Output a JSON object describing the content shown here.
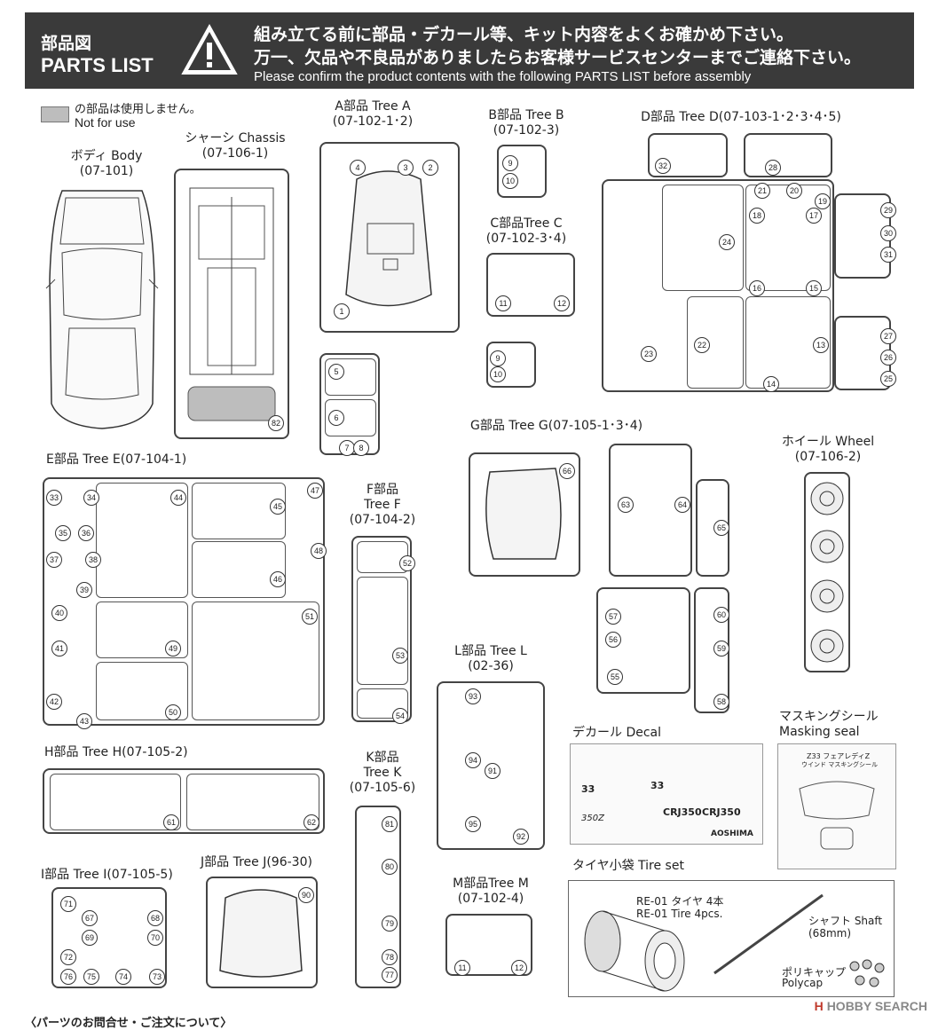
{
  "header": {
    "title_jp": "部品図",
    "title_en": "PARTS LIST",
    "warning_icon": "warning-triangle-icon",
    "line1": "組み立てる前に部品・デカール等、キット内容をよくお確かめ下さい。",
    "line2": "万一、欠品や不良品がありましたらお客様サービスセンターまでご連絡下さい。",
    "line3": "Please confirm the product contents with the following PARTS LIST before assembly"
  },
  "legend": {
    "jp": "の部品は使用しません。",
    "en": "Not for use"
  },
  "parts": {
    "body": {
      "name": "ボディ Body",
      "code": "(07-101)"
    },
    "chassis": {
      "name": "シャーシ Chassis",
      "code": "(07-106-1)",
      "nums": [
        "82"
      ]
    },
    "treeA": {
      "name": "A部品 Tree A",
      "code": "(07-102-1･2)",
      "nums": [
        "1",
        "2",
        "3",
        "4",
        "5",
        "6",
        "7",
        "8"
      ]
    },
    "treeB": {
      "name": "B部品 Tree B",
      "code": "(07-102-3)",
      "nums": [
        "9",
        "10"
      ]
    },
    "treeC": {
      "name": "C部品Tree C",
      "code": "(07-102-3･4)",
      "nums": [
        "11",
        "12",
        "9",
        "10"
      ]
    },
    "treeD": {
      "name": "D部品 Tree D",
      "code": "(07-103-1･2･3･4･5)",
      "nums": [
        "32",
        "28",
        "21",
        "20",
        "19",
        "18",
        "17",
        "16",
        "15",
        "24",
        "29",
        "30",
        "31",
        "23",
        "22",
        "14",
        "13",
        "27",
        "26",
        "25"
      ]
    },
    "treeE": {
      "name": "E部品 Tree E",
      "code": "(07-104-1)",
      "nums": [
        "33",
        "34",
        "35",
        "36",
        "37",
        "38",
        "39",
        "40",
        "41",
        "42",
        "43",
        "44",
        "45",
        "46",
        "47",
        "48",
        "49",
        "50",
        "51"
      ]
    },
    "treeF": {
      "name": "F部品",
      "name2": "Tree F",
      "code": "(07-104-2)",
      "nums": [
        "52",
        "53",
        "54"
      ]
    },
    "treeG": {
      "name": "G部品 Tree G",
      "code": "(07-105-1･3･4)",
      "nums": [
        "66",
        "63",
        "64",
        "65",
        "57",
        "56",
        "55",
        "60",
        "59",
        "58"
      ]
    },
    "wheel": {
      "name": "ホイール Wheel",
      "code": "(07-106-2)"
    },
    "treeH": {
      "name": "H部品 Tree H",
      "code": "(07-105-2)",
      "nums": [
        "61",
        "62"
      ]
    },
    "treeK": {
      "name": "K部品",
      "name2": "Tree K",
      "code": "(07-105-6)",
      "nums": [
        "81",
        "80",
        "79",
        "78",
        "77"
      ]
    },
    "treeL": {
      "name": "L部品 Tree L",
      "code": "(02-36)",
      "nums": [
        "93",
        "94",
        "91",
        "95",
        "92"
      ]
    },
    "decal": {
      "name": "デカール Decal",
      "texts": [
        "CRJ350",
        "CRJ350",
        "350Z",
        "AOSHIMA",
        "33",
        "33"
      ]
    },
    "masking": {
      "name": "マスキングシール",
      "name2": "Masking seal",
      "texts": [
        "Z33 フェアレディZ",
        "ウインド マスキングシール"
      ]
    },
    "treeI": {
      "name": "I部品 Tree I",
      "code": "(07-105-5)",
      "nums": [
        "71",
        "67",
        "68",
        "69",
        "70",
        "72",
        "76",
        "75",
        "74",
        "73"
      ]
    },
    "treeJ": {
      "name": "J部品 Tree J",
      "code": "(96-30)",
      "nums": [
        "90"
      ]
    },
    "treeM": {
      "name": "M部品Tree M",
      "code": "(07-102-4)",
      "nums": [
        "11",
        "12"
      ]
    },
    "tire": {
      "name": "タイヤ小袋 Tire set",
      "tire_jp": "RE-01 タイヤ 4本",
      "tire_en": "RE-01 Tire 4pcs.",
      "shaft": "シャフト Shaft",
      "shaft_len": "(68mm)",
      "polycap_jp": "ポリキャップ",
      "polycap_en": "Polycap"
    }
  },
  "footer": {
    "text": "〈パーツのお問合せ・ご注文について〉"
  },
  "watermark": {
    "h": "H",
    "text": "HOBBY SEARCH"
  }
}
